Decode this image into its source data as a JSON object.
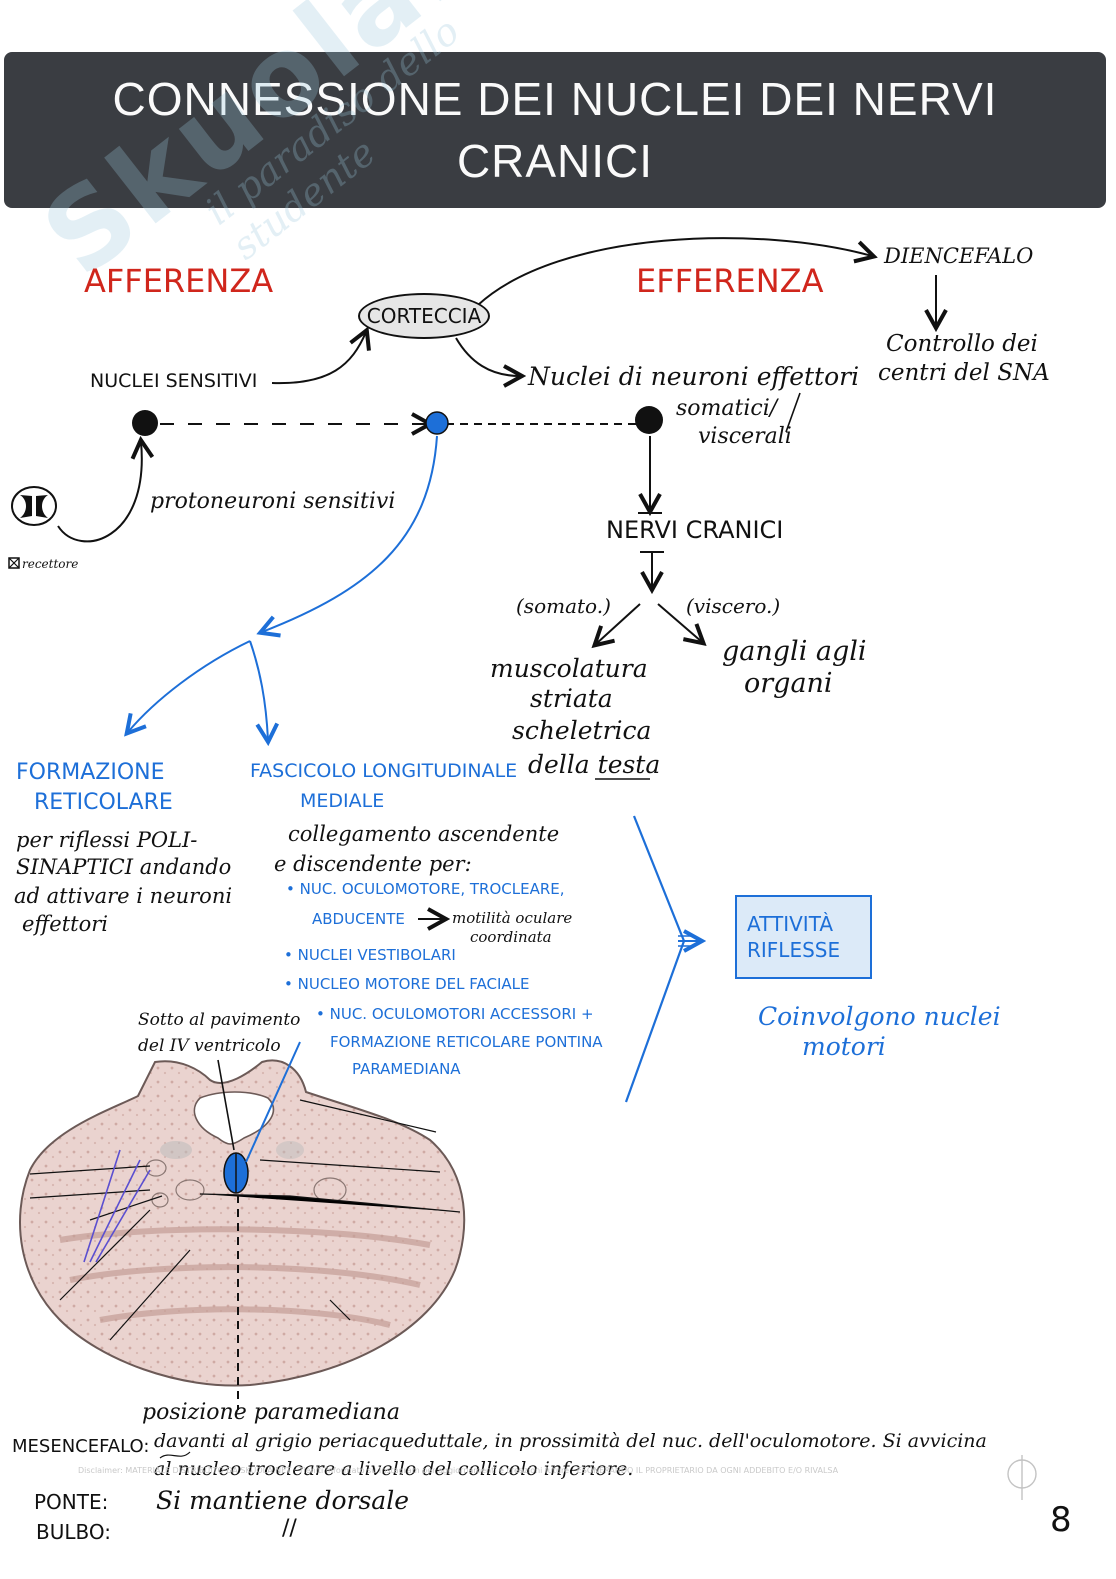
{
  "title": "CONNESSIONE DEI NUCLEI DEI NERVI CRANICI",
  "watermark": {
    "brand": "Skuola.net",
    "tagline": "il paradiso dello studente"
  },
  "flow": {
    "afferenza": "AFFERENZA",
    "efferenza": "EFFERENZA",
    "corteccia": "CORTECCIA",
    "diencefalo": "DIENCEFALO",
    "controllo": [
      "Controllo dei",
      "centri del SNA"
    ],
    "nuclei_sensitivi": "NUCLEI SENSITIVI",
    "nuclei_effettori": "Nuclei di neuroni effettori",
    "somatici": "somatici/",
    "viscerali": "viscerali",
    "protoneuroni": "protoneuroni sensitivi",
    "recettore": "recettore",
    "nervi_cranici": "NERVI CRANICI",
    "somato": "(somato.)",
    "viscero": "(viscero.)",
    "muscolatura": [
      "muscolatura",
      "striata",
      "scheletrica",
      "della testa"
    ],
    "gangli": [
      "gangli agli",
      "organi"
    ]
  },
  "formazione": {
    "heading": [
      "FORMAZIONE",
      "RETICOLARE"
    ],
    "text": [
      "per riflessi POLI-",
      "SINAPTICI andando",
      "ad attivare i neuroni",
      "effettori"
    ]
  },
  "fascicolo": {
    "heading": [
      "FASCICOLO LONGITUDINALE",
      "MEDIALE"
    ],
    "text": [
      "collegamento ascendente",
      "e discendente per:"
    ],
    "bullets": [
      [
        "NUC. OCULOMOTORE, TROCLEARE,",
        "ABDUCENTE"
      ],
      [
        "NUCLEI VESTIBOLARI"
      ],
      [
        "NUCLEO MOTORE DEL FACIALE"
      ],
      [
        "NUC. OCULOMOTORI ACCESSORI +",
        "FORMAZIONE RETICOLARE PONTINA",
        "PARAMEDIANA"
      ]
    ],
    "motilita": [
      "motilità oculare",
      "coordinata"
    ]
  },
  "riflesse": {
    "box": [
      "ATTIVITÀ",
      "RIFLESSE"
    ],
    "note": [
      "Coinvolgono nuclei",
      "motori"
    ]
  },
  "anatomy": {
    "top_label": [
      "Sotto al pavimento",
      "del IV ventricolo"
    ],
    "posizione": "posizione paramediana"
  },
  "bottom": {
    "mesencefalo_label": "MESENCEFALO:",
    "mesencefalo_text": [
      "davanti al grigio periacqueduttale, in prossimità del nuc. dell'oculomotore. Si avvicina",
      "al nucleo trocleare a livello del collicolo inferiore."
    ],
    "ponte_label": "PONTE:",
    "ponte_text": "Si mantiene dorsale",
    "bulbo_label": "BULBO:",
    "bulbo_text": "//"
  },
  "disclaimer": "Disclaimer: MATERIALE DISTRIBUITO DA SKUOLA.NET · Tieniti informato su Instagram per aggiornamenti e creazioni future · ESONERANDO IL PROPRIETARIO DA OGNI ADDEBITO E/O RIVALSA",
  "page_number": "8",
  "colors": {
    "accent_red": "#d0261c",
    "accent_blue": "#1d6fd8",
    "banner": "#3a3d42",
    "tissue": "#ead3cf"
  }
}
